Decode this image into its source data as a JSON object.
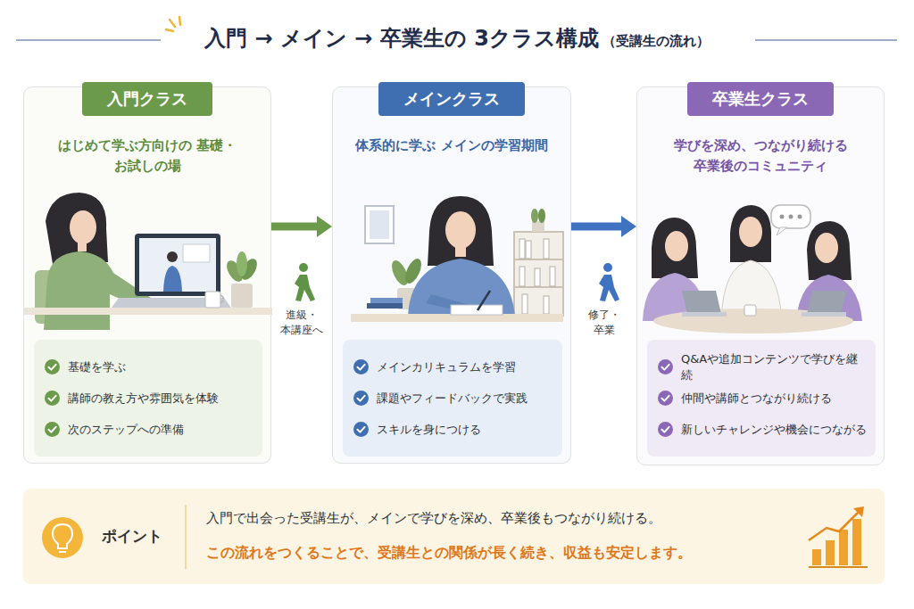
{
  "diagram": {
    "title": "入門 → メイン → 卒業生の 3クラス構成",
    "nodes": [
      {
        "text": [
          "入門クラス",
          "はじめて学ぶ方向けの 基礎・お試しの場"
        ]
      },
      {
        "text": [
          "基礎を学ぶ",
          "講師の教え方や雰囲気を体験",
          "次のステップへの準備"
        ],
        "in": 0
      },
      {
        "text": [
          "メインクラス",
          "体系的に学ぶ メインの学習期間"
        ]
      },
      {
        "text": [
          "メインカリキュラムを学習",
          "課題やフィードバックで実践",
          "スキルを身につける"
        ],
        "in": 2
      },
      {
        "text": [
          "卒業生クラス",
          "学びを深め、つながり続ける 卒業後のコミュニティ"
        ]
      },
      {
        "text": [
          "Q&Aや追加コンテンツで学びを継続",
          "仲間や講師とつながり続ける",
          "新しいチャレンジや機会につながる"
        ],
        "in": 4
      },
      {
        "text": [
          "ポイント",
          "入門で出会った受講生が、メインで学びを深め、卒業後もつながり続ける。",
          "この流れをつくることで、受講生との関係が長く続き、収益も安定します。"
        ]
      }
    ],
    "edges": [
      {
        "from": 0,
        "to": 2,
        "arrow": "to",
        "label": "進級・ 本講座へ"
      },
      {
        "from": 2,
        "to": 4,
        "arrow": "to",
        "label": "修了・ 卒業"
      }
    ],
    "labels": [
      "（受講生の流れ）"
    ]
  }
}
